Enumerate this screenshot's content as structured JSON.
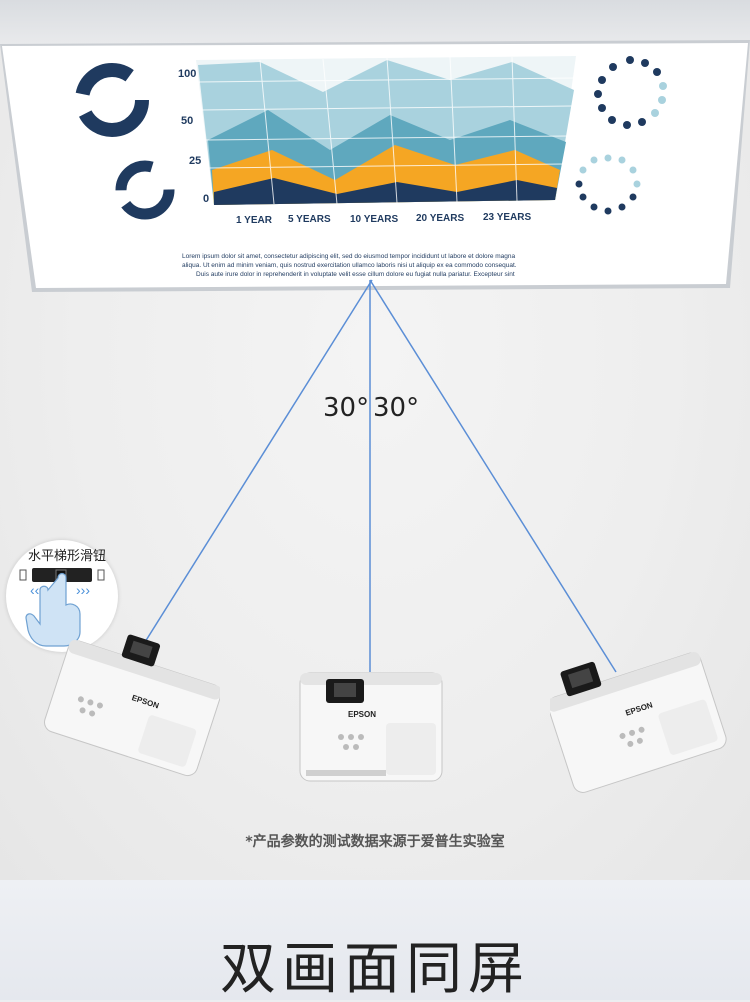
{
  "screen": {
    "y_ticks": [
      "100",
      "50",
      "25",
      "0"
    ],
    "x_labels": [
      "1 YEAR",
      "5 YEARS",
      "10 YEARS",
      "20 YEARS",
      "23 YEARS"
    ],
    "lorem_lines": [
      "Lorem ipsum dolor sit amet, consectetur adipiscing elit, sed do eiusmod tempor incididunt ut labore et dolore magna",
      "aliqua. Ut enim ad minim veniam, quis nostrud exercitation ullamco laboris nisi ut aliquip ex ea commodo consequat.",
      "Duis aute irure dolor in reprehenderit in voluptate velit esse cillum dolore eu fugiat nulla pariatur. Excepteur sint"
    ],
    "colors": {
      "navy": "#1f3a5f",
      "orange": "#f5a623",
      "teal": "#5fa8be",
      "light": "#a9d2de"
    }
  },
  "angles": {
    "left": "30°",
    "right": "30°"
  },
  "slider": {
    "title": "水平梯形滑钮"
  },
  "projector": {
    "brand": "EPSON"
  },
  "footnote": "*产品参数的测试数据来源于爱普生实验室",
  "headline": "双画面同屏"
}
